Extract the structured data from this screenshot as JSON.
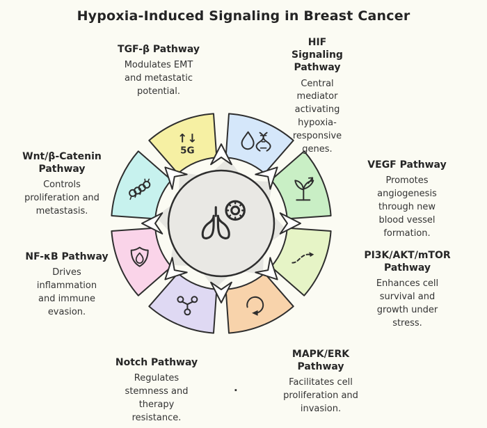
{
  "title": "Hypoxia-Induced Signaling in Breast Cancer",
  "background_color": "#fbfbf3",
  "outline_color": "#2e2e2e",
  "stray_dot": "·",
  "center_hub": {
    "fill": "#e9e8e4",
    "icons": [
      "lungs-icon",
      "cell-gear-icon"
    ]
  },
  "pathways": [
    {
      "id": "tgf-beta",
      "name": "TGF-β Pathway",
      "description": "Modulates EMT and metastatic potential.",
      "color": "#f6f0a3",
      "icon": "up-down-5g-icon",
      "icon_text": [
        "↑↓",
        "5G"
      ]
    },
    {
      "id": "hif-signaling",
      "name": "HIF Signaling Pathway",
      "description": "Central mediator activating hypoxia-responsive genes.",
      "color": "#d5e7fa",
      "icon": "droplet-dna-icon"
    },
    {
      "id": "vegf",
      "name": "VEGF Pathway",
      "description": "Promotes angiogenesis through new blood vessel formation.",
      "color": "#c9efc5",
      "icon": "sprout-icon"
    },
    {
      "id": "pi3k-akt-mtor",
      "name": "PI3K/AKT/mTOR Pathway",
      "description": "Enhances cell survival and growth under stress.",
      "color": "#e6f4c6",
      "icon": "dashed-arrow-icon"
    },
    {
      "id": "mapk-erk",
      "name": "MAPK/ERK Pathway",
      "description": "Facilitates cell proliferation and invasion.",
      "color": "#f8d3ab",
      "icon": "cycle-arrow-icon"
    },
    {
      "id": "notch",
      "name": "Notch Pathway",
      "description": "Regulates stemness and therapy resistance.",
      "color": "#dfd9f3",
      "icon": "branch-icon"
    },
    {
      "id": "nf-kb",
      "name": "NF-κB Pathway",
      "description": "Drives inflammation and immune evasion.",
      "color": "#fad4e9",
      "icon": "shield-flame-icon"
    },
    {
      "id": "wnt-b-catenin",
      "name": "Wnt/β-Catenin Pathway",
      "description": "Controls proliferation and metastasis.",
      "color": "#c7f2ee",
      "icon": "caterpillar-icon"
    }
  ]
}
